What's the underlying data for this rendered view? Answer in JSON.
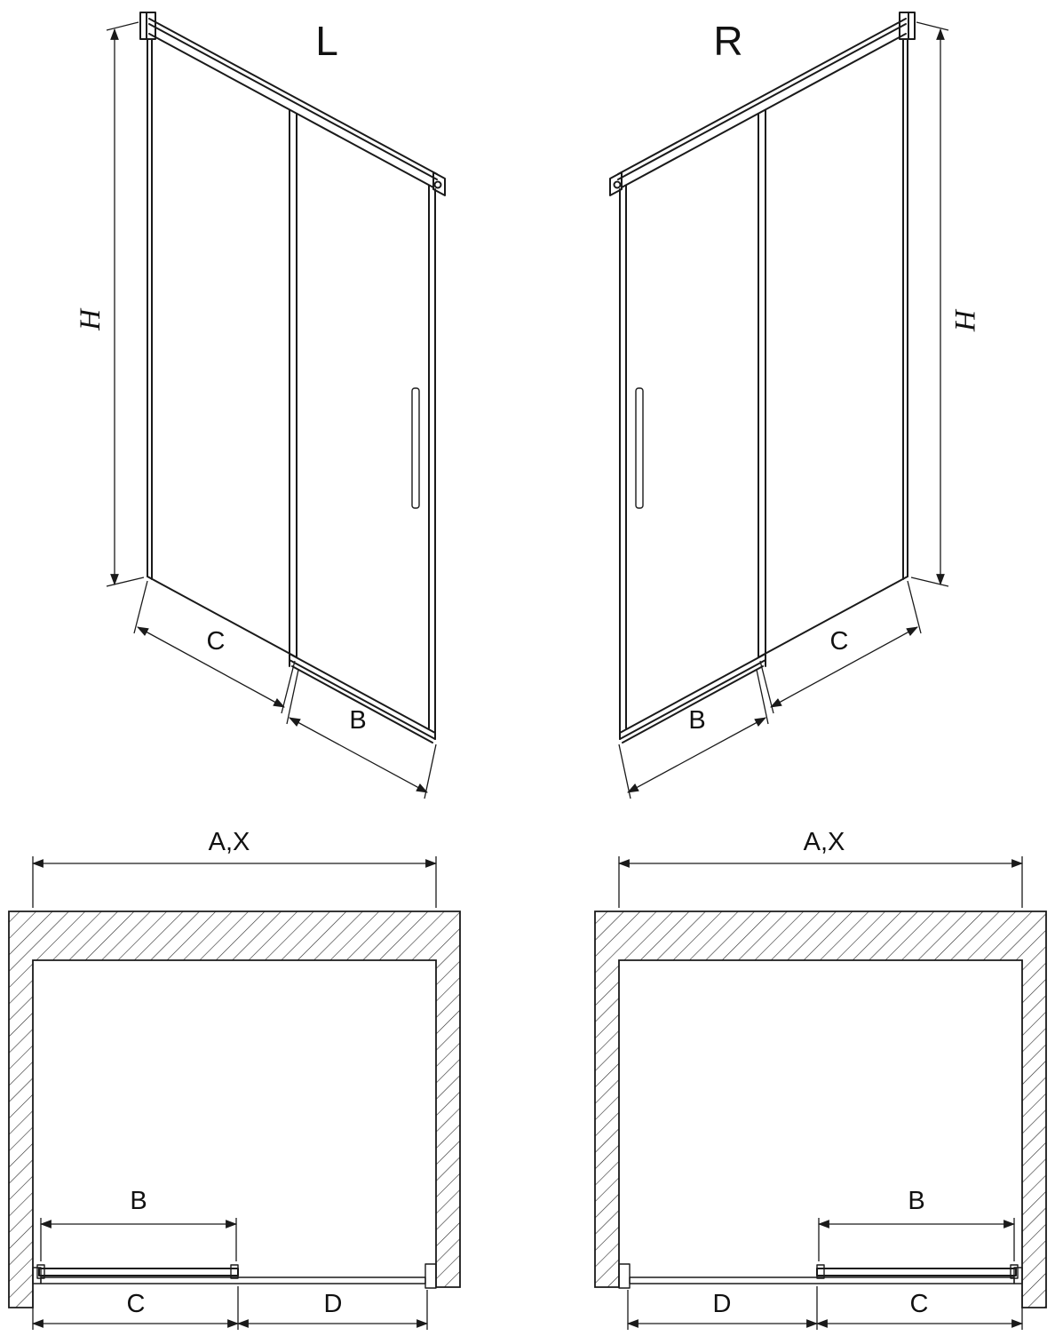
{
  "figure": {
    "background": "#ffffff",
    "line_color": "#1a1a1a",
    "views": {
      "iso_left": {
        "label": "L",
        "dim_height": "H",
        "dim_fixed": "C",
        "dim_door": "B"
      },
      "iso_right": {
        "label": "R",
        "dim_height": "H",
        "dim_fixed": "C",
        "dim_door": "B"
      },
      "plan_left": {
        "dim_total": "A,X",
        "dim_door": "B",
        "dim_bottom_left": "C",
        "dim_bottom_right": "D"
      },
      "plan_right": {
        "dim_total": "A,X",
        "dim_door": "B",
        "dim_bottom_left": "D",
        "dim_bottom_right": "C"
      }
    }
  }
}
